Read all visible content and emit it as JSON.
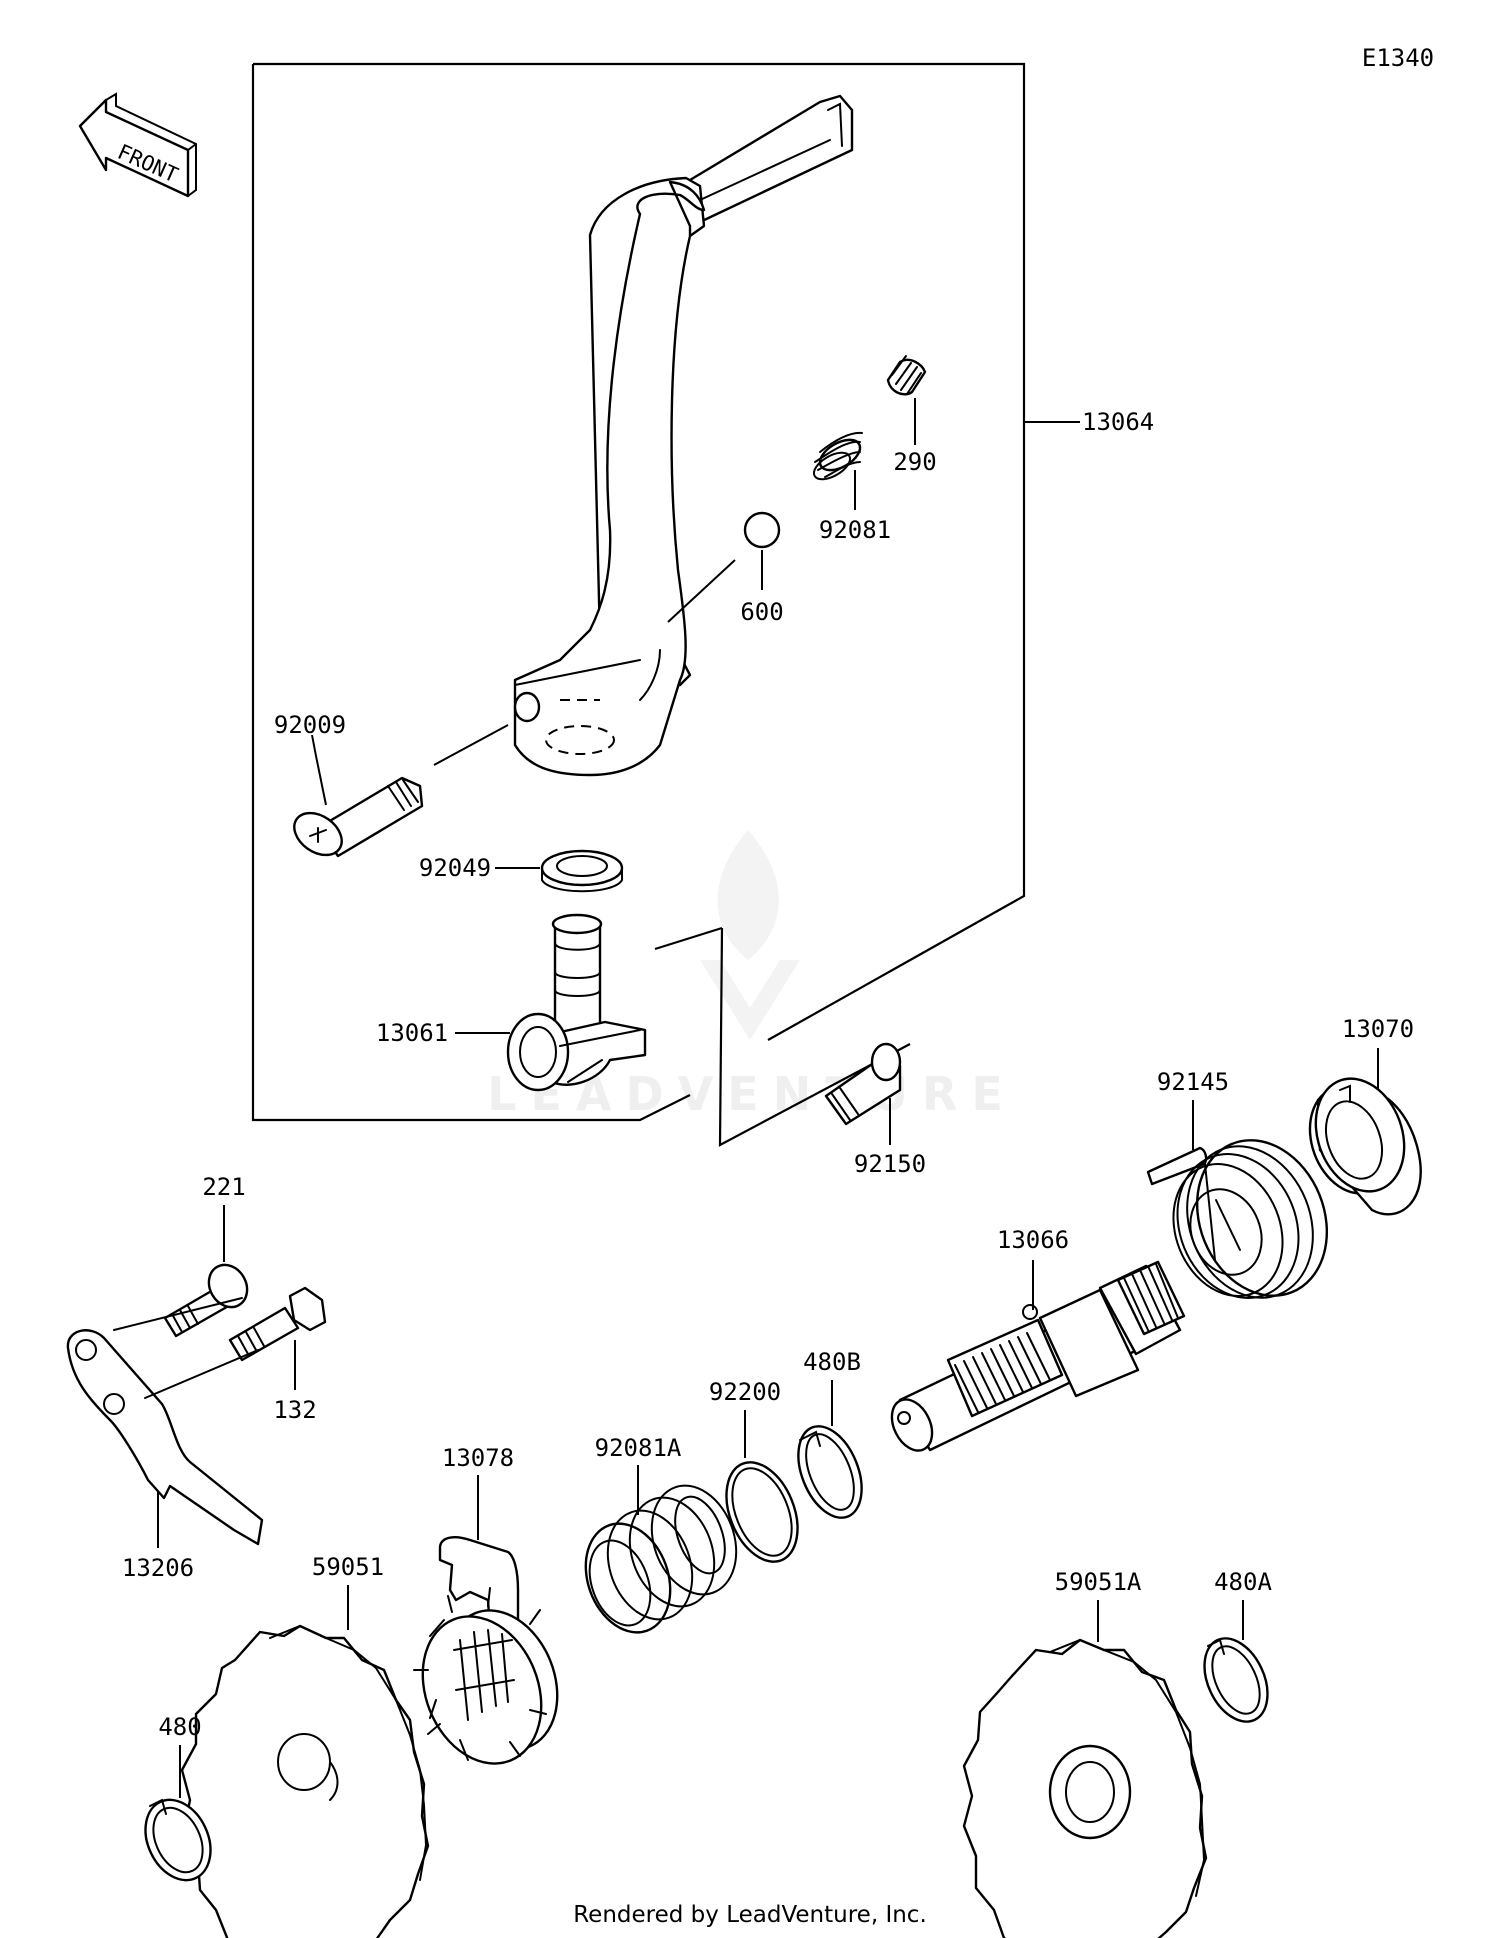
{
  "diagram": {
    "figure_code": "E1340",
    "front_arrow_label": "FRONT",
    "watermark": "LEADVENTURE",
    "footer": "Rendered by LeadVenture, Inc.",
    "parts": [
      {
        "id": "13064",
        "name": "part-13064"
      },
      {
        "id": "290",
        "name": "part-290"
      },
      {
        "id": "92081",
        "name": "part-92081"
      },
      {
        "id": "600",
        "name": "part-600"
      },
      {
        "id": "92009",
        "name": "part-92009"
      },
      {
        "id": "92049",
        "name": "part-92049"
      },
      {
        "id": "13061",
        "name": "part-13061"
      },
      {
        "id": "92150",
        "name": "part-92150"
      },
      {
        "id": "13070",
        "name": "part-13070"
      },
      {
        "id": "92145",
        "name": "part-92145"
      },
      {
        "id": "13066",
        "name": "part-13066"
      },
      {
        "id": "221",
        "name": "part-221"
      },
      {
        "id": "132",
        "name": "part-132"
      },
      {
        "id": "13206",
        "name": "part-13206"
      },
      {
        "id": "480B",
        "name": "part-480B"
      },
      {
        "id": "92200",
        "name": "part-92200"
      },
      {
        "id": "92081A",
        "name": "part-92081A"
      },
      {
        "id": "13078",
        "name": "part-13078"
      },
      {
        "id": "59051",
        "name": "part-59051"
      },
      {
        "id": "480",
        "name": "part-480"
      },
      {
        "id": "59051A",
        "name": "part-59051A"
      },
      {
        "id": "480A",
        "name": "part-480A"
      }
    ]
  }
}
